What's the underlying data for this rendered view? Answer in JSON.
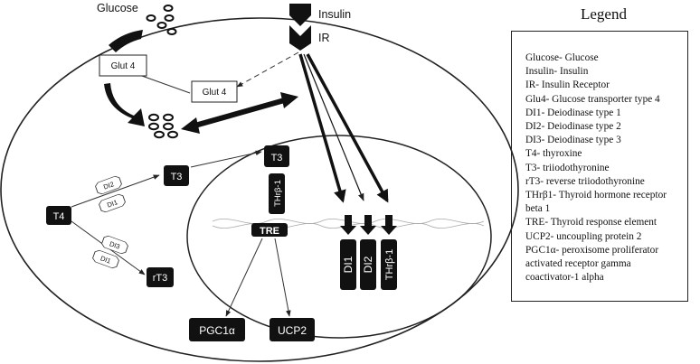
{
  "labels": {
    "glucose": "Glucose",
    "insulin": "Insulin",
    "ir": "IR",
    "glut4_membrane": "Glut 4",
    "glut4_vesicle": "Glut 4",
    "t4": "T4",
    "t3_cytoplasm": "T3",
    "t3_nucleus": "T3",
    "rt3": "rT3",
    "di2_upper": "DI2",
    "di1_upper": "DI1",
    "di3_lower": "DI3",
    "di1_lower": "DI1",
    "thrb1": "THrβ-1",
    "tre": "TRE",
    "pgc1a": "PGC1α",
    "ucp2": "UCP2",
    "gene_di1": "DI1",
    "gene_di2": "DI2",
    "gene_thrb1": "THrβ-1"
  },
  "legend": {
    "title": "Legend",
    "items": [
      "Glucose- Glucose",
      "Insulin- Insulin",
      "IR- Insulin Receptor",
      "Glu4- Glucose transporter type 4",
      "DI1- Deiodinase type 1",
      "DI2- Deiodinase type 2",
      "DI3- Deiodinase type 3",
      "T4- thyroxine",
      "T3- triiodothyronine",
      "rT3- reverse triiodothyronine",
      "THrβ1- Thyroid hormone receptor",
      "beta 1",
      "TRE- Thyroid response element",
      "UCP2- uncoupling protein 2",
      "PGC1α- peroxisome proliferator",
      "activated receptor gamma",
      "coactivator-1 alpha"
    ]
  }
}
